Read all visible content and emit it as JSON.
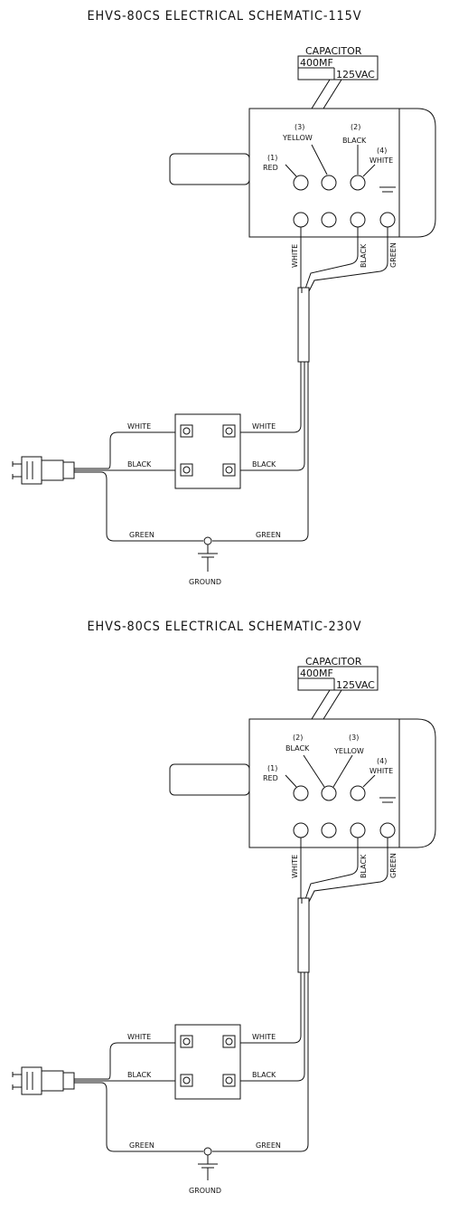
{
  "schematics": [
    {
      "title": "EHVS-80CS ELECTRICAL SCHEMATIC-115V",
      "capacitor": {
        "label": "CAPACITOR",
        "capacitance": "400MF",
        "voltage": "125VAC"
      },
      "motor_terminals": {
        "t1": {
          "number": "(1)",
          "color": "RED"
        },
        "t2": {
          "number": "(2)",
          "color": "BLACK"
        },
        "t3": {
          "number": "(3)",
          "color": "YELLOW"
        },
        "t4": {
          "number": "(4)",
          "color": "WHITE"
        }
      },
      "motor_leads": {
        "white": "WHITE",
        "black": "BLACK",
        "green": "GREEN"
      },
      "switch_wires": {
        "white_left": "WHITE",
        "white_right": "WHITE",
        "black_left": "BLACK",
        "black_right": "BLACK"
      },
      "ground_wires": {
        "green_left": "GREEN",
        "green_right": "GREEN"
      },
      "ground_label": "GROUND"
    },
    {
      "title": "EHVS-80CS ELECTRICAL SCHEMATIC-230V",
      "capacitor": {
        "label": "CAPACITOR",
        "capacitance": "400MF",
        "voltage": "125VAC"
      },
      "motor_terminals": {
        "t1": {
          "number": "(1)",
          "color": "RED"
        },
        "t2": {
          "number": "(2)",
          "color": "BLACK"
        },
        "t3": {
          "number": "(3)",
          "color": "YELLOW"
        },
        "t4": {
          "number": "(4)",
          "color": "WHITE"
        }
      },
      "motor_leads": {
        "white": "WHITE",
        "black": "BLACK",
        "green": "GREEN"
      },
      "switch_wires": {
        "white_left": "WHITE",
        "white_right": "WHITE",
        "black_left": "BLACK",
        "black_right": "BLACK"
      },
      "ground_wires": {
        "green_left": "GREEN",
        "green_right": "GREEN"
      },
      "ground_label": "GROUND"
    }
  ]
}
